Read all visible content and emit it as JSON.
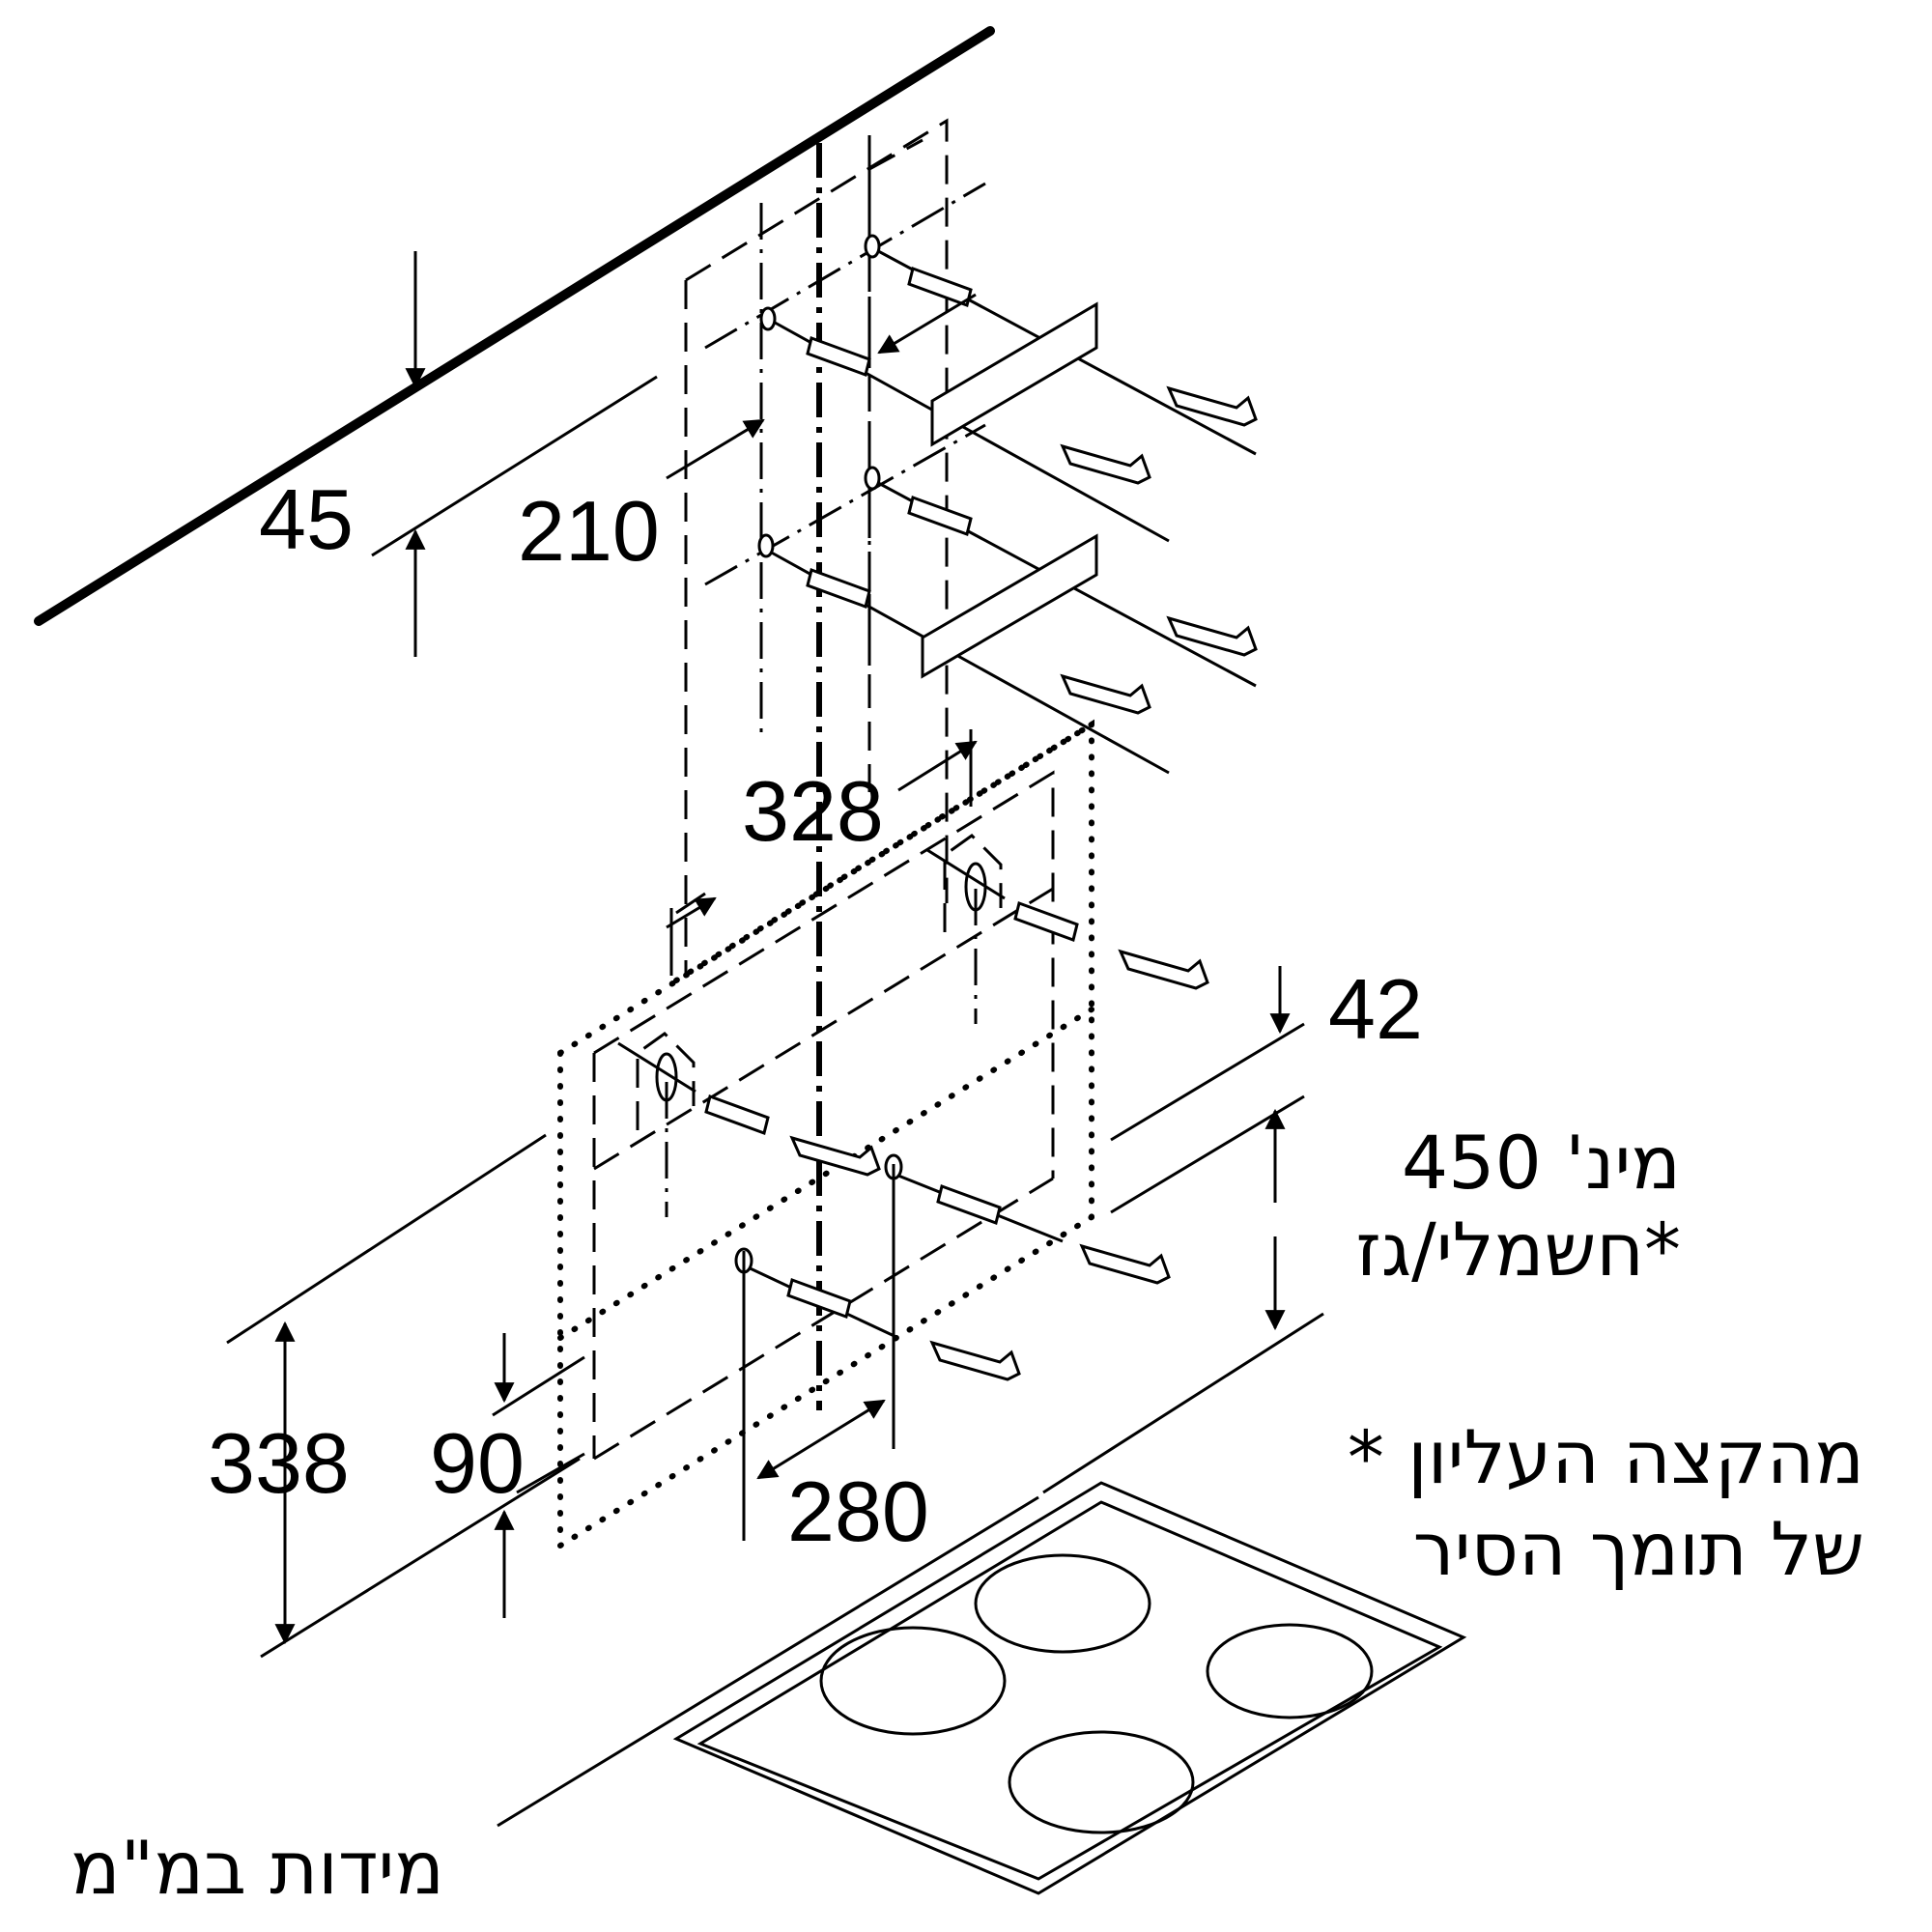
{
  "dimensions": {
    "d45": "45",
    "d210": "210",
    "d328": "328",
    "d42": "42",
    "d338": "338",
    "d90": "90",
    "d280": "280"
  },
  "notes": {
    "min_line1": "מינ' 450",
    "min_line2": "חשמלי/גז*",
    "footnote_line1": "* מהקצה העליון",
    "footnote_line2": "של תומך הסיר",
    "units": "מידות במ\"מ"
  }
}
